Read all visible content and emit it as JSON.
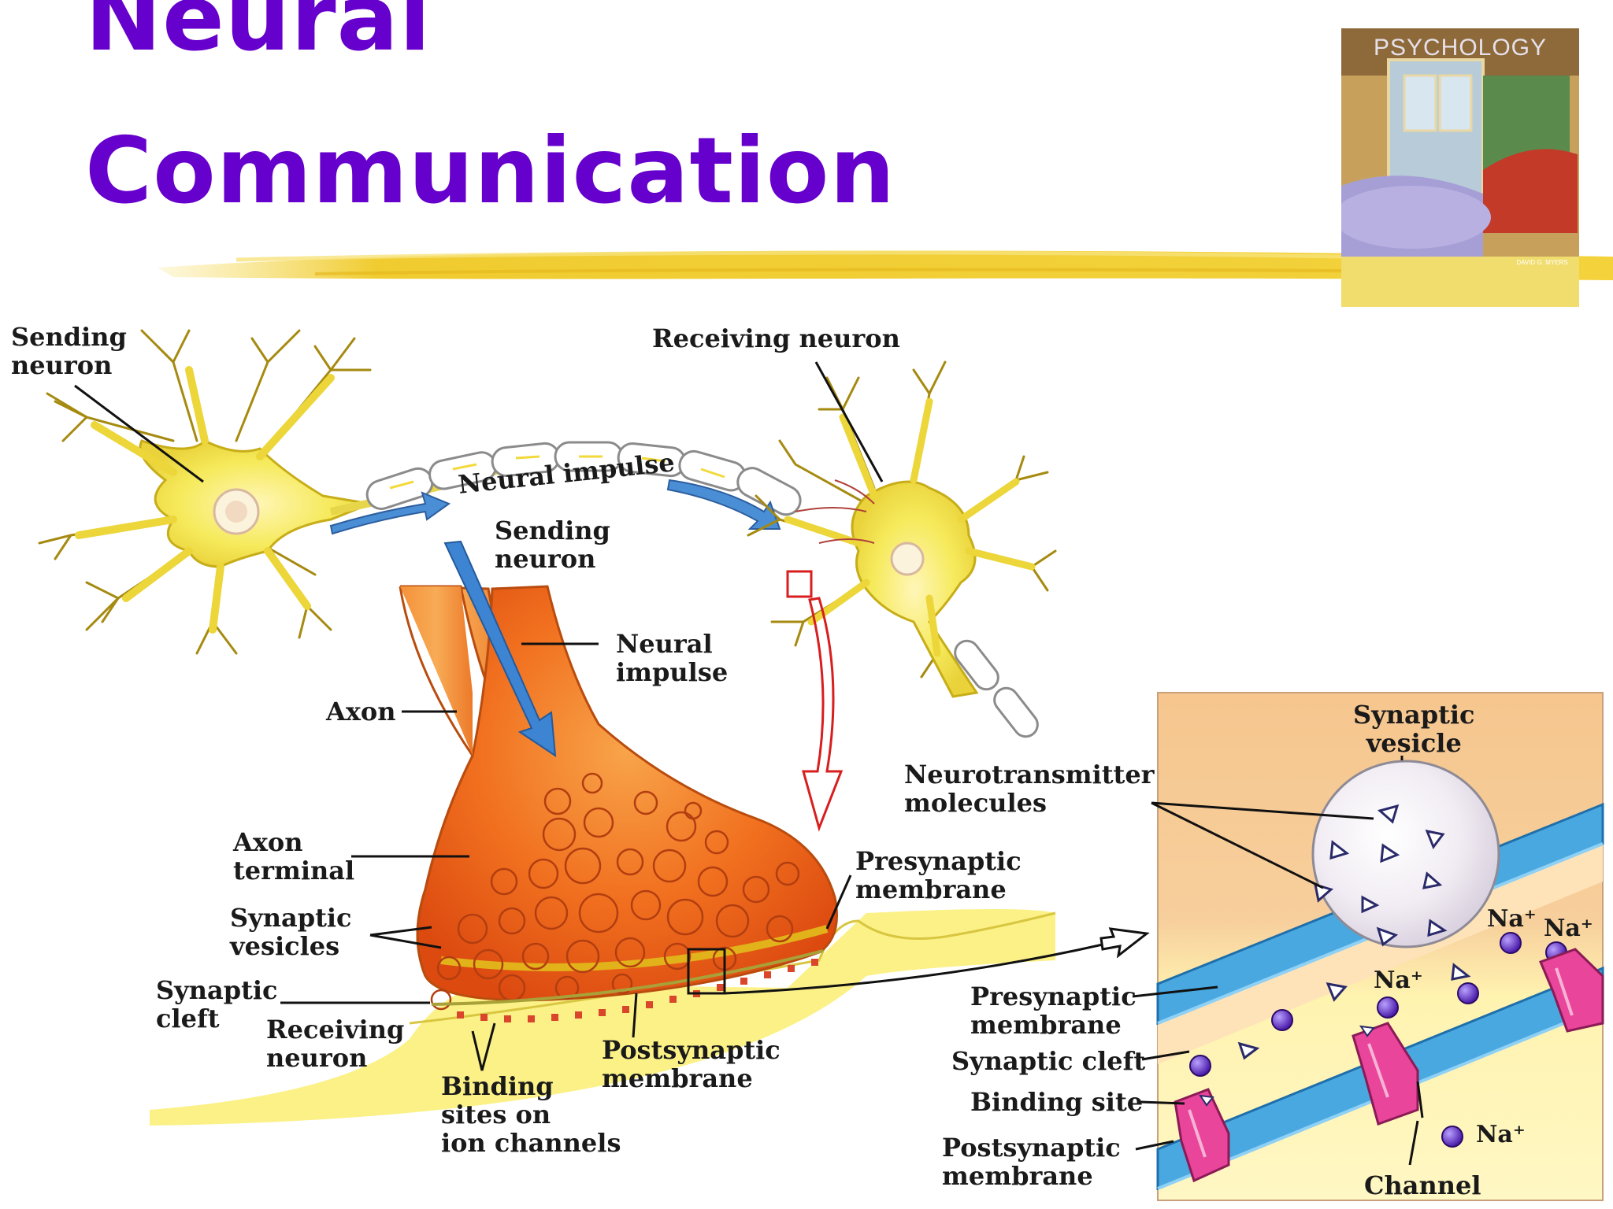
{
  "title": {
    "line1": "Neural",
    "line2": "Communication"
  },
  "book_cover": {
    "title": "PSYCHOLOGY",
    "author": "DAVID G. MYERS"
  },
  "labels": {
    "sending_neuron_top": "Sending\nneuron",
    "receiving_neuron_top": "Receiving neuron",
    "neural_impulse_curved": "Neural impulse",
    "sending_neuron_mid": "Sending\nneuron",
    "neural_impulse_right": "Neural\nimpulse",
    "axon": "Axon",
    "axon_terminal": "Axon\nterminal",
    "synaptic_vesicles": "Synaptic\nvesicles",
    "synaptic_cleft": "Synaptic\ncleft",
    "receiving_neuron_bottom": "Receiving\nneuron",
    "binding_sites": "Binding\nsites on\nion channels",
    "postsynaptic_membrane": "Postsynaptic\nmembrane",
    "presynaptic_membrane": "Presynaptic\nmembrane"
  },
  "inset": {
    "synaptic_vesicle": "Synaptic\nvesicle",
    "neurotransmitter": "Neurotransmitter\nmolecules",
    "presynaptic_membrane": "Presynaptic\nmembrane",
    "synaptic_cleft": "Synaptic cleft",
    "binding_site": "Binding site",
    "postsynaptic_membrane": "Postsynaptic\nmembrane",
    "channel": "Channel",
    "ion": "Na⁺"
  },
  "colors": {
    "title": "#6600cc",
    "highlighter": "#f0cc30",
    "neuron": "#f3e85a",
    "axon_terminal": "#f06a1c",
    "membrane_blue": "#4aa8e0",
    "ion_purple": "#5a22c8",
    "channel_pink": "#e8459b"
  }
}
